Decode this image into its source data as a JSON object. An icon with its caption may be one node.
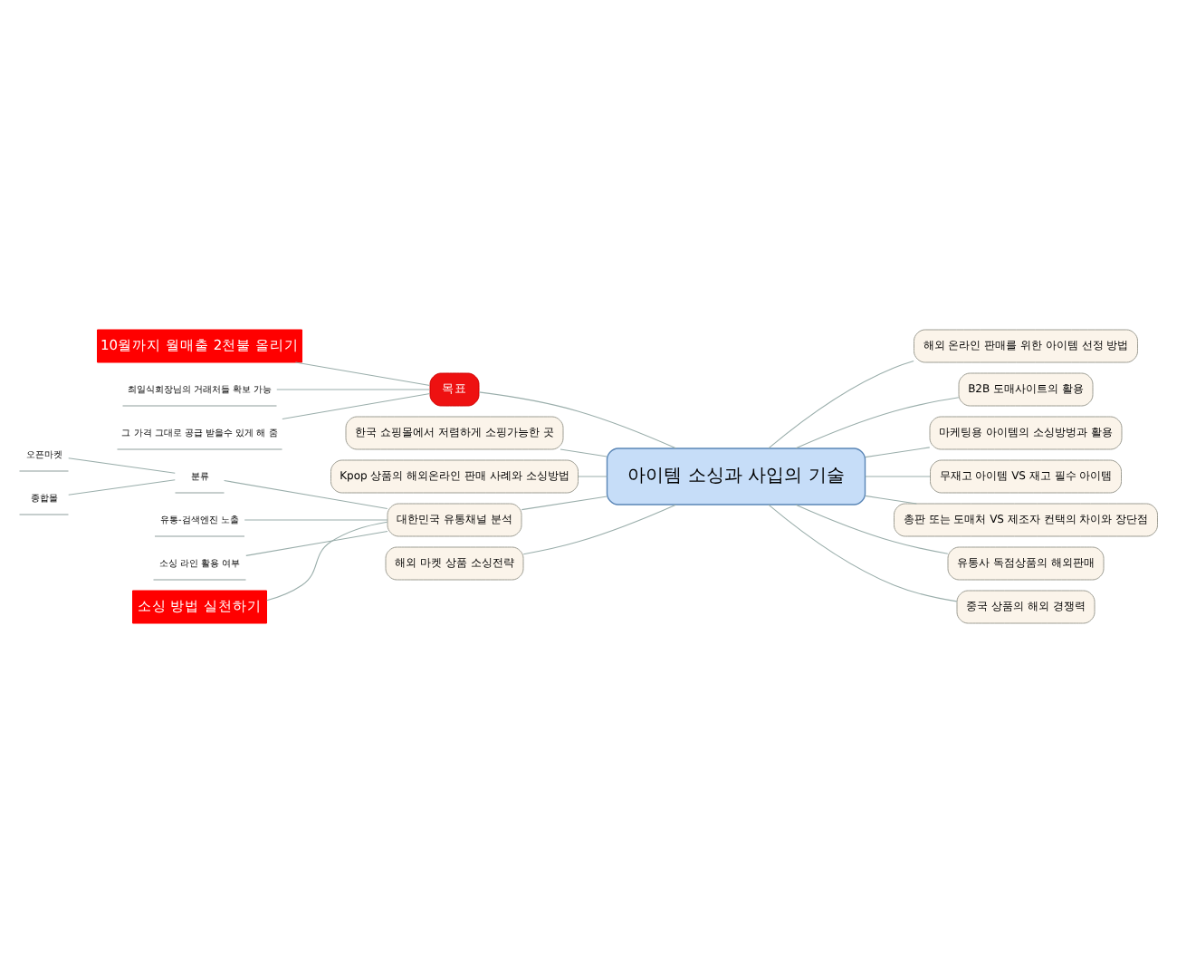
{
  "diagram": {
    "nodes": [
      {
        "text": [
          "아이템 소싱과 사입의 기술"
        ]
      },
      {
        "text": [
          "목표"
        ]
      },
      {
        "text": [
          "10월까지 월매출 2천불 올리기"
        ]
      },
      {
        "text": [
          "최일식회장님의 거래처들 확보 가능"
        ]
      },
      {
        "text": [
          "그 가격 그대로 공급 받을수 있게 해 줌"
        ]
      },
      {
        "text": [
          "한국 쇼핑몰에서 저렴하게 소핑가능한 곳"
        ]
      },
      {
        "text": [
          "Kpop 상품의 해외온라인 판매 사례와 소싱방법"
        ]
      },
      {
        "text": [
          "대한민국 유통채널 분석"
        ]
      },
      {
        "text": [
          "분류"
        ]
      },
      {
        "text": [
          "오픈마켓"
        ]
      },
      {
        "text": [
          "종합몰"
        ]
      },
      {
        "text": [
          "유통-검색엔진 노출"
        ]
      },
      {
        "text": [
          "소싱 라인 활용 여부"
        ]
      },
      {
        "text": [
          "소싱 방법 실천하기"
        ]
      },
      {
        "text": [
          "해외 마켓 상품 소싱전략"
        ]
      },
      {
        "text": [
          "해외 온라인 판매를 위한 아이템 선정 방법"
        ]
      },
      {
        "text": [
          "B2B 도매사이트의 활용"
        ]
      },
      {
        "text": [
          "마케팅용 아이템의 소싱방벙과 활용"
        ]
      },
      {
        "text": [
          "무재고 아이템 VS 재고 필수 아이템"
        ]
      },
      {
        "text": [
          "총판 또는 도매처 VS 제조자 컨택의 차이와 장단점"
        ]
      },
      {
        "text": [
          "유통사 독점상품의 해외판매"
        ]
      },
      {
        "text": [
          "중국 상품의 해외 경쟁력"
        ]
      }
    ],
    "edges": [
      {
        "from": 2,
        "to": 1,
        "arrow": "none"
      },
      {
        "from": 3,
        "to": 1,
        "arrow": "none"
      },
      {
        "from": 4,
        "to": 1,
        "arrow": "none"
      },
      {
        "from": 1,
        "to": 0,
        "arrow": "none"
      },
      {
        "from": 5,
        "to": 0,
        "arrow": "none"
      },
      {
        "from": 6,
        "to": 0,
        "arrow": "none"
      },
      {
        "from": 9,
        "to": 8,
        "arrow": "none"
      },
      {
        "from": 10,
        "to": 8,
        "arrow": "none"
      },
      {
        "from": 8,
        "to": 7,
        "arrow": "none"
      },
      {
        "from": 11,
        "to": 7,
        "arrow": "none"
      },
      {
        "from": 12,
        "to": 7,
        "arrow": "none"
      },
      {
        "from": 13,
        "to": 7,
        "arrow": "none"
      },
      {
        "from": 7,
        "to": 0,
        "arrow": "none"
      },
      {
        "from": 14,
        "to": 0,
        "arrow": "none"
      },
      {
        "from": 0,
        "to": 15,
        "arrow": "none"
      },
      {
        "from": 0,
        "to": 16,
        "arrow": "none"
      },
      {
        "from": 0,
        "to": 17,
        "arrow": "none"
      },
      {
        "from": 0,
        "to": 18,
        "arrow": "none"
      },
      {
        "from": 0,
        "to": 19,
        "arrow": "none"
      },
      {
        "from": 0,
        "to": 20,
        "arrow": "none"
      },
      {
        "from": 0,
        "to": 21,
        "arrow": "none"
      }
    ]
  }
}
